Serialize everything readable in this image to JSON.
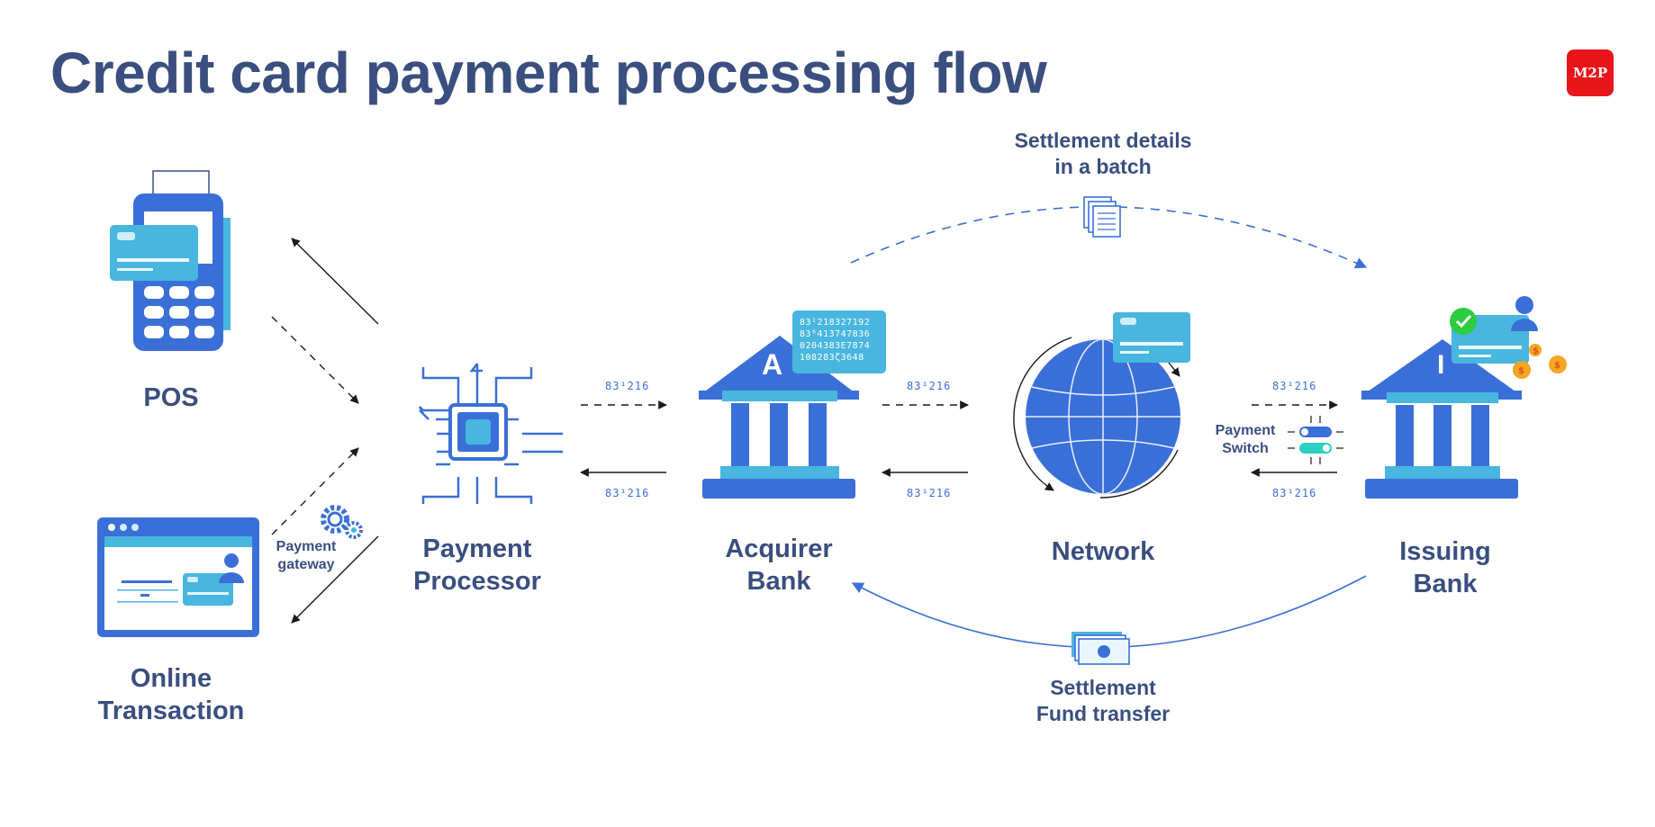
{
  "title": "Credit card payment processing flow",
  "logo_text": "M2P",
  "colors": {
    "title": "#3a4f7f",
    "primary_blue": "#3b6fd8",
    "light_blue": "#48b6df",
    "brand_red": "#e8151b",
    "success_green": "#2ecc40",
    "coin_orange": "#f5a623"
  },
  "nodes": {
    "pos": {
      "label": "POS",
      "icon": "pos-terminal-icon"
    },
    "online": {
      "label": "Online\nTransaction",
      "icon": "browser-card-icon"
    },
    "gateway": {
      "label": "Payment\ngateway",
      "icon": "gears-icon"
    },
    "processor": {
      "label": "Payment\nProcessor",
      "icon": "chip-icon"
    },
    "acquirer": {
      "label": "Acquirer\nBank",
      "icon": "bank-icon",
      "letter": "A",
      "panel_lines": [
        "83¹218327192",
        "83⁶413747836",
        "0204383E7874",
        "108283ζ3648"
      ]
    },
    "network": {
      "label": "Network",
      "icon": "globe-icon"
    },
    "switch": {
      "label": "Payment\nSwitch",
      "icon": "toggle-switch-icon"
    },
    "issuing": {
      "label": "Issuing\nBank",
      "icon": "bank-icon",
      "letter": "I"
    }
  },
  "flows": {
    "binary_code": "83¹216",
    "settlement_batch": "Settlement details\nin a batch",
    "settlement_fund": "Settlement\nFund transfer"
  }
}
